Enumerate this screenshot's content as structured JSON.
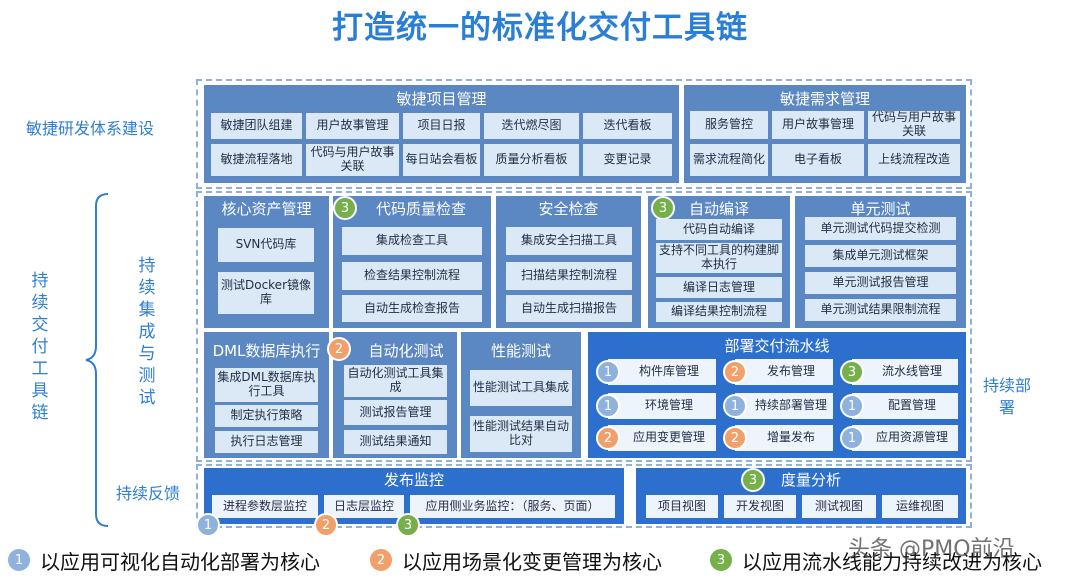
{
  "title": "打造统一的标准化交付工具链",
  "side": {
    "agile": "敏捷研发体系建设",
    "cont_delivery": [
      "持",
      "续",
      "交",
      "付",
      "工",
      "具",
      "链"
    ],
    "ci_test": [
      "持",
      "续",
      "集",
      "成",
      "与",
      "测",
      "试"
    ],
    "cont_deploy": "持续部署",
    "feedback": "持续反馈"
  },
  "agile_project": {
    "title": "敏捷项目管理",
    "items": [
      "敏捷团队组建",
      "用户故事管理",
      "项目日报",
      "迭代燃尽图",
      "迭代看板",
      "敏捷流程落地",
      "代码与用户故事关联",
      "每日站会看板",
      "质量分析看板",
      "变更记录"
    ]
  },
  "agile_req": {
    "title": "敏捷需求管理",
    "items": [
      "服务管控",
      "用户故事管理",
      "代码与用户故事关联",
      "需求流程简化",
      "电子看板",
      "上线流程改造"
    ]
  },
  "core_assets": {
    "title": "核心资产管理",
    "items": [
      "SVN代码库",
      "测试Docker镜像库"
    ]
  },
  "code_quality": {
    "badge": "3",
    "title": "代码质量检查",
    "items": [
      "集成检查工具",
      "检查结果控制流程",
      "自动生成检查报告"
    ]
  },
  "security": {
    "title": "安全检查",
    "items": [
      "集成安全扫描工具",
      "扫描结果控制流程",
      "自动生成扫描报告"
    ]
  },
  "auto_build": {
    "badge": "3",
    "title": "自动编译",
    "items": [
      "代码自动编译",
      "支持不同工具的构建脚本执行",
      "编译日志管理",
      "编译结果控制流程"
    ]
  },
  "unit_test": {
    "title": "单元测试",
    "items": [
      "单元测试代码提交检测",
      "集成单元测试框架",
      "单元测试报告管理",
      "单元测试结果限制流程"
    ]
  },
  "dml": {
    "title": "DML数据库执行",
    "items": [
      "集成DML数据库执行工具",
      "制定执行策略",
      "执行日志管理"
    ]
  },
  "auto_test": {
    "badge": "2",
    "title": "自动化测试",
    "items": [
      "自动化测试工具集成",
      "测试报告管理",
      "测试结果通知"
    ]
  },
  "perf_test": {
    "title": "性能测试",
    "items": [
      "性能测试工具集成",
      "性能测试结果自动比对"
    ]
  },
  "pipeline": {
    "title": "部署交付流水线",
    "items": [
      {
        "badge": "1",
        "label": "构件库管理"
      },
      {
        "badge": "2",
        "label": "发布管理"
      },
      {
        "badge": "3",
        "label": "流水线管理"
      },
      {
        "badge": "1",
        "label": "环境管理"
      },
      {
        "badge": "1",
        "label": "持续部署管理"
      },
      {
        "badge": "1",
        "label": "配置管理"
      },
      {
        "badge": "2",
        "label": "应用变更管理"
      },
      {
        "badge": "2",
        "label": "增量发布"
      },
      {
        "badge": "1",
        "label": "应用资源管理"
      }
    ]
  },
  "release_monitor": {
    "title": "发布监控",
    "items": [
      "进程参数层监控",
      "日志层监控",
      "应用侧业务监控：（服务、页面）"
    ],
    "badges": [
      "1",
      "2",
      "3"
    ]
  },
  "metrics": {
    "badge": "3",
    "title": "度量分析",
    "items": [
      "项目视图",
      "开发视图",
      "测试视图",
      "运维视图"
    ]
  },
  "legend": [
    {
      "badge": "1",
      "text": "以应用可视化自动化部署为核心"
    },
    {
      "badge": "2",
      "text": "以应用场景化变更管理为核心"
    },
    {
      "badge": "3",
      "text": "以应用流水线能力持续改进为核心"
    }
  ],
  "watermark": "头条 @PMO前沿"
}
